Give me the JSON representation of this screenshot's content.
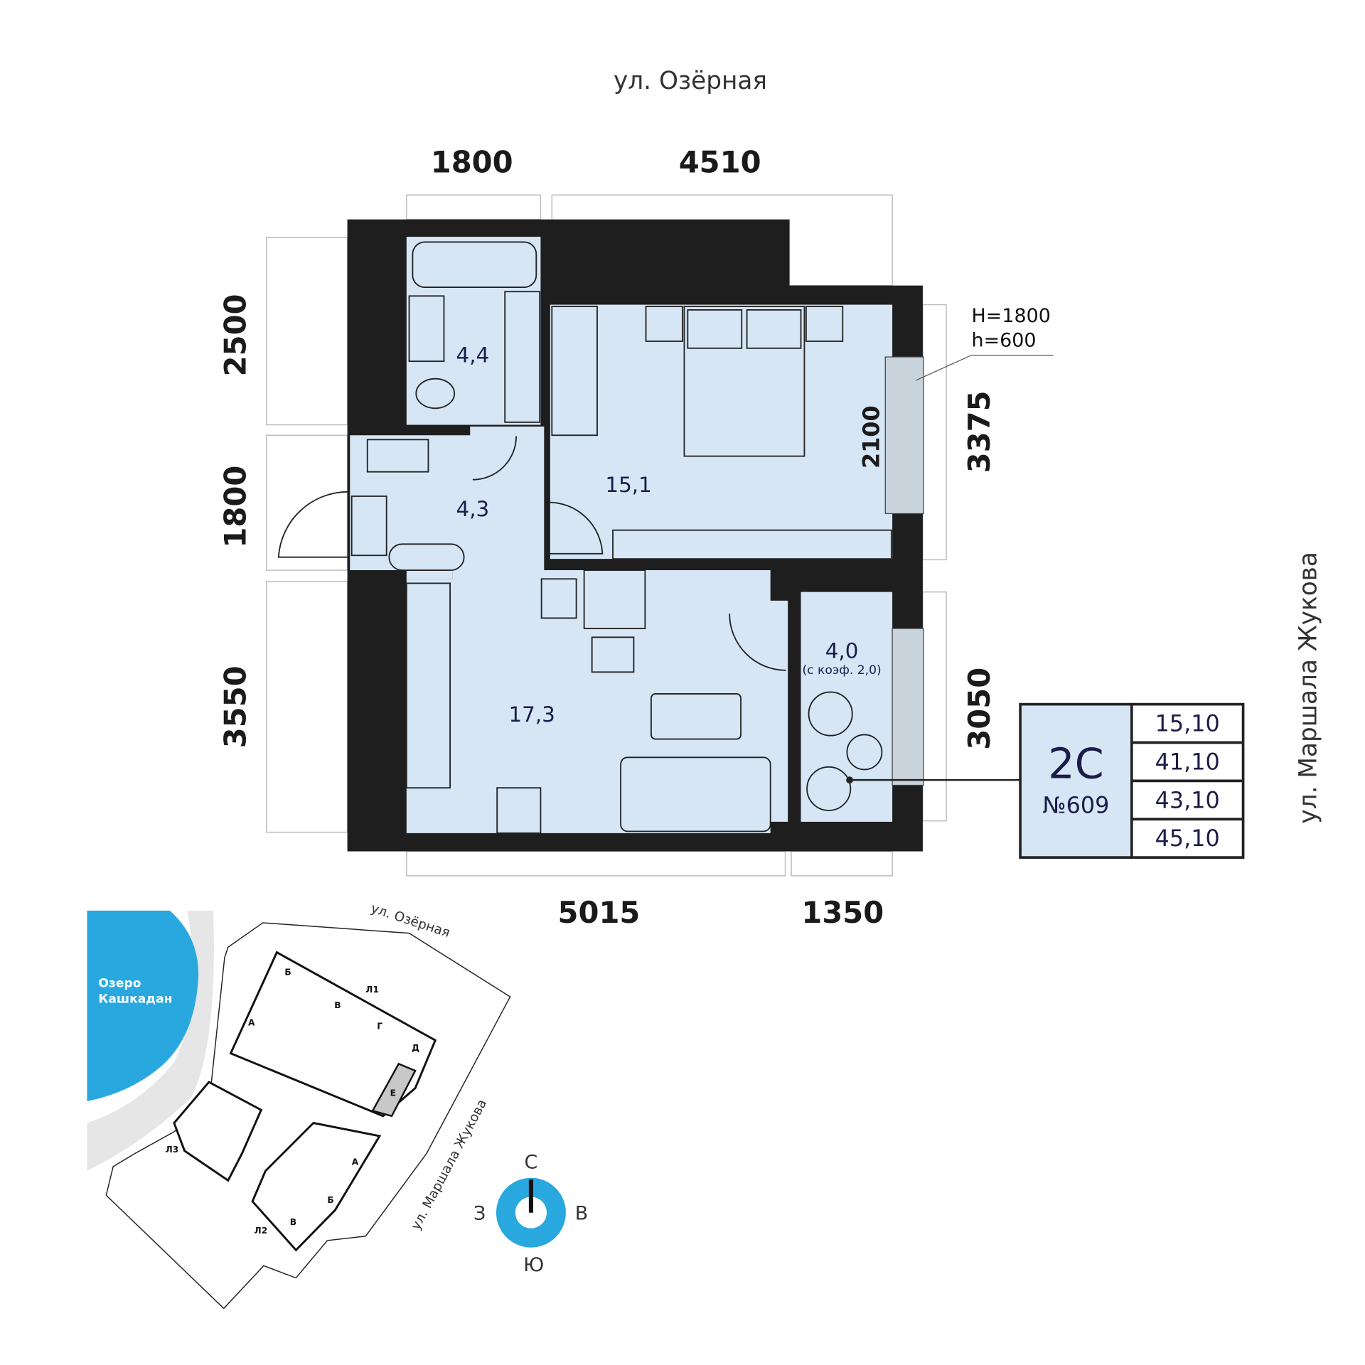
{
  "streets": {
    "top": "ул. Озёрная",
    "right": "ул. Маршала Жукова"
  },
  "dimensions": {
    "top": [
      "1800",
      "4510"
    ],
    "left": [
      "2500",
      "1800",
      "3550"
    ],
    "right": [
      "3375",
      "3050"
    ],
    "bottom": [
      "5015",
      "1350"
    ],
    "window_inner": "2100"
  },
  "window_note": {
    "H": "H=1800",
    "h": "h=600"
  },
  "rooms": [
    {
      "name": "bathroom",
      "area": "4,4"
    },
    {
      "name": "hallway",
      "area": "4,3"
    },
    {
      "name": "bedroom",
      "area": "15,1"
    },
    {
      "name": "kitchen-living",
      "area": "17,3"
    },
    {
      "name": "balcony",
      "area": "4,0",
      "note": "(с коэф. 2,0)"
    }
  ],
  "apartment": {
    "type": "2С",
    "number": "№609",
    "areas": [
      "15,10",
      "41,10",
      "43,10",
      "45,10"
    ]
  },
  "colors": {
    "room": "#d6e6f5",
    "wall": "#1e1e1e",
    "lake": "#29a8e0",
    "highlight": "#c8c8c8"
  },
  "site_plan": {
    "lake": [
      "Озеро",
      "Кашкадан"
    ],
    "street_top": "ул. Озёрная",
    "street_right": "ул. Маршала Жукова",
    "buildings": {
      "l1": "Л1",
      "l2": "Л2",
      "l3": "Л3"
    },
    "sections": {
      "l1": [
        "А",
        "Б",
        "В",
        "Г",
        "Д",
        "Е"
      ],
      "l2": [
        "А",
        "Б",
        "В"
      ]
    }
  },
  "compass": {
    "n": "С",
    "s": "Ю",
    "w": "З",
    "e": "В"
  }
}
